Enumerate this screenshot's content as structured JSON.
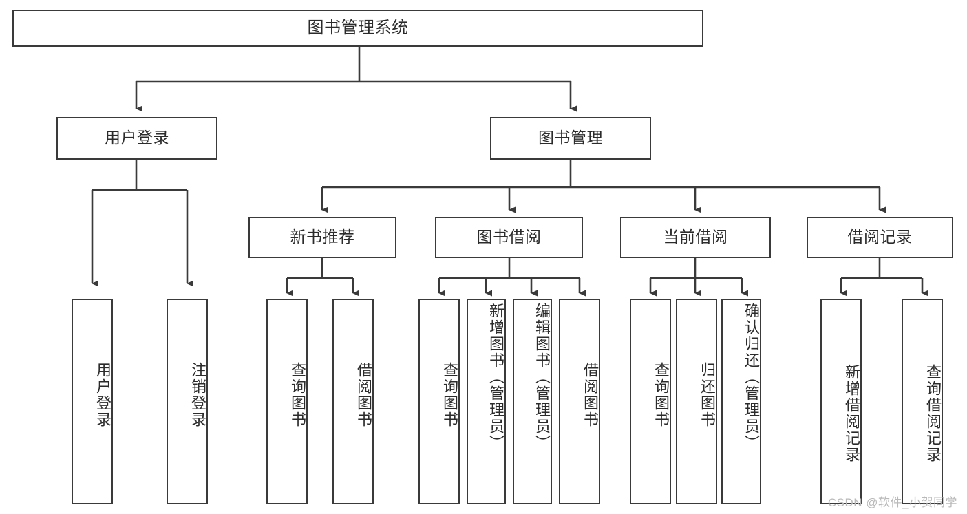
{
  "diagram": {
    "title": "图书管理系统",
    "type": "tree-structure-chart",
    "stroke_color": "#3a3a3a",
    "text_color": "#2b2b2b",
    "background_color": "#ffffff",
    "watermark": "CSDN @软件_小贺同学"
  },
  "nodes": {
    "root": {
      "label": "图书管理系统"
    },
    "level2": [
      {
        "id": "user-login",
        "label": "用户登录"
      },
      {
        "id": "book-manage",
        "label": "图书管理"
      }
    ],
    "level3": [
      {
        "id": "new-book-recommend",
        "label": "新书推荐"
      },
      {
        "id": "book-borrow",
        "label": "图书借阅"
      },
      {
        "id": "current-borrow",
        "label": "当前借阅"
      },
      {
        "id": "borrow-record",
        "label": "借阅记录"
      }
    ],
    "leaves": {
      "user_login": [
        {
          "id": "leaf-user-login",
          "label": "用户登录"
        },
        {
          "id": "leaf-logout-login",
          "label": "注销登录"
        }
      ],
      "new_book_recommend": [
        {
          "id": "leaf-query-book-1",
          "label": "查询图书"
        },
        {
          "id": "leaf-borrow-book-1",
          "label": "借阅图书"
        }
      ],
      "book_borrow": [
        {
          "id": "leaf-query-book-2",
          "label": "查询图书"
        },
        {
          "id": "leaf-add-book",
          "label": "新增图书（管理员）"
        },
        {
          "id": "leaf-edit-book",
          "label": "编辑图书（管理员）"
        },
        {
          "id": "leaf-borrow-book-2",
          "label": "借阅图书"
        }
      ],
      "current_borrow": [
        {
          "id": "leaf-query-book-3",
          "label": "查询图书"
        },
        {
          "id": "leaf-return-book",
          "label": "归还图书"
        },
        {
          "id": "leaf-confirm-return",
          "label": "确认归还（管理员）"
        }
      ],
      "borrow_record": [
        {
          "id": "leaf-add-record",
          "label": "新增借阅记录"
        },
        {
          "id": "leaf-query-record",
          "label": "查询借阅记录"
        }
      ]
    }
  }
}
